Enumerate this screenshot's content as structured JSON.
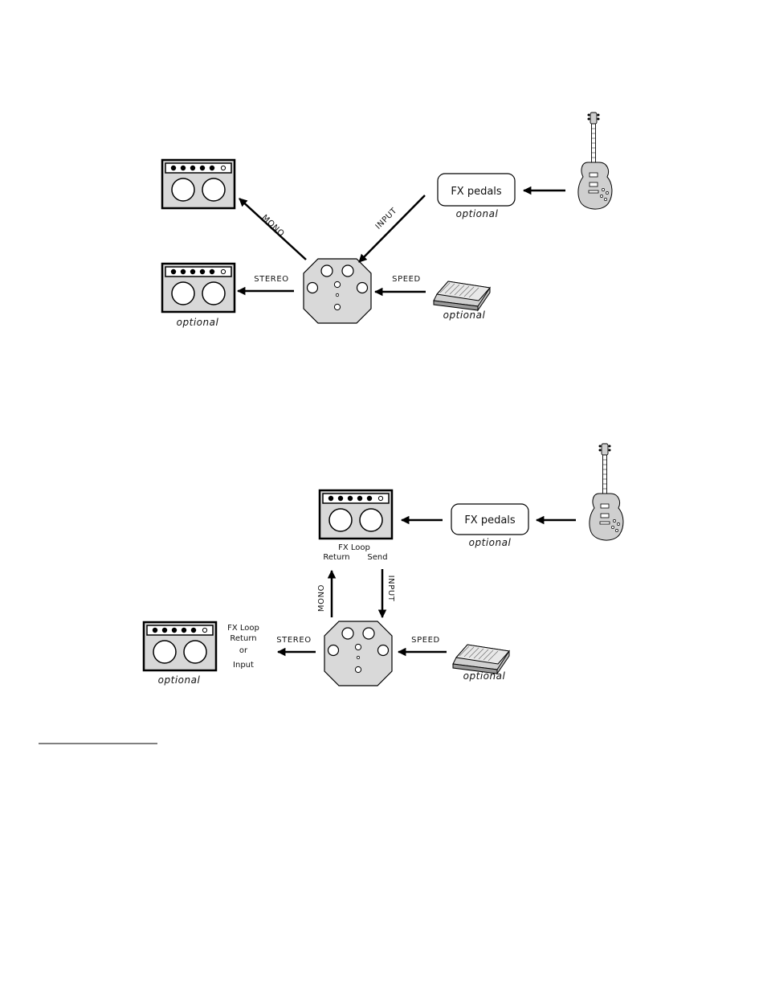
{
  "diagram1": {
    "mono": "MONO",
    "input": "INPUT",
    "stereo": "STEREO",
    "speed": "SPEED",
    "fx_pedals": "FX pedals",
    "fx_optional": "optional",
    "amp_optional": "optional",
    "pedal_optional": "optional"
  },
  "diagram2": {
    "fx_loop": "FX Loop",
    "return": "Return",
    "send": "Send",
    "mono": "MONO",
    "input": "INPUT",
    "stereo": "STEREO",
    "speed": "SPEED",
    "fx_pedals": "FX pedals",
    "fx_optional": "optional",
    "amp_optional": "optional",
    "pedal_optional": "optional",
    "loop_fx": "FX Loop",
    "loop_return": "Return",
    "loop_or": "or",
    "loop_input": "Input"
  },
  "colors": {
    "amp_face": "#d8d8d8",
    "unit_face": "#d9d9d9",
    "guitar_body": "#cfcfcf",
    "line": "#000000"
  }
}
